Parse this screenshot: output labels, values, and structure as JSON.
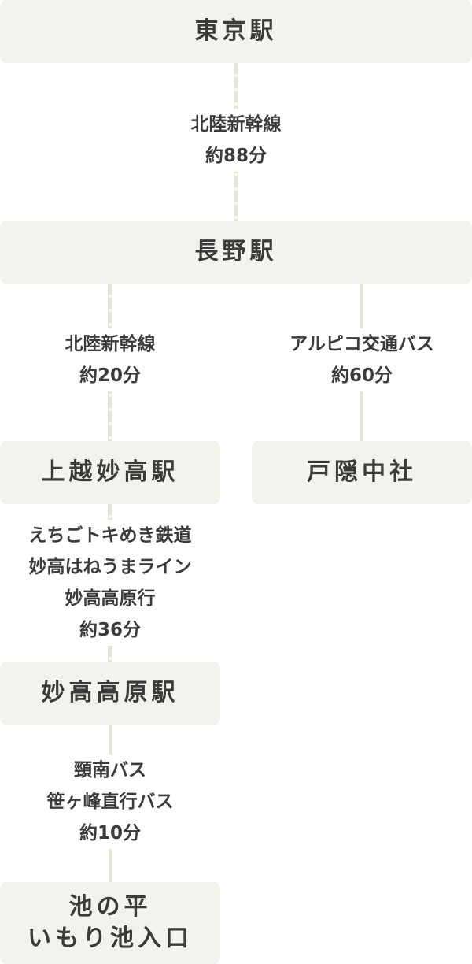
{
  "stations": {
    "tokyo": "東京駅",
    "nagano": "長野駅",
    "joetsu_myoko": "上越妙高駅",
    "togakushi": "戸隠中社",
    "myoko_kogen": "妙高高原駅",
    "ikenotaira_line1": "池の平",
    "ikenotaira_line2": "いもり池入口"
  },
  "routes": {
    "tokyo_nagano": {
      "line": "北陸新幹線",
      "time": "約88分"
    },
    "nagano_joetsu": {
      "line": "北陸新幹線",
      "time": "約20分"
    },
    "nagano_togakushi": {
      "line": "アルピコ交通バス",
      "time": "約60分"
    },
    "joetsu_myoko": {
      "line1": "えちごトキめき鉄道",
      "line2": "妙高はねうまライン",
      "line3": "妙高高原行",
      "time": "約36分"
    },
    "myoko_ikenotaira": {
      "line1": "頸南バス",
      "line2": "笹ヶ峰直行バス",
      "time": "約10分"
    }
  }
}
